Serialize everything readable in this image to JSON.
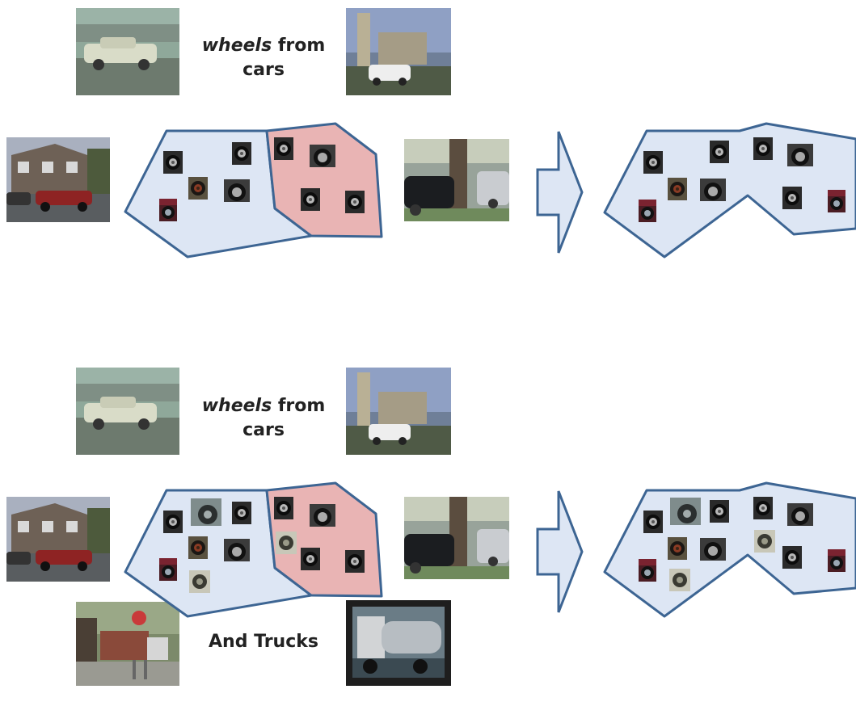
{
  "panels": [
    {
      "top_caption": {
        "em": "wheels",
        "rest": " from",
        "line2": "cars"
      },
      "bottom_caption": null
    },
    {
      "top_caption": {
        "em": "wheels",
        "rest": " from",
        "line2": "cars"
      },
      "bottom_caption": "And Trucks"
    }
  ],
  "colors": {
    "cluster_blue": "#dde6f4",
    "cluster_red": "#e9b4b4",
    "outline": "#3d6593",
    "arrow_fill": "#dde6f4"
  }
}
